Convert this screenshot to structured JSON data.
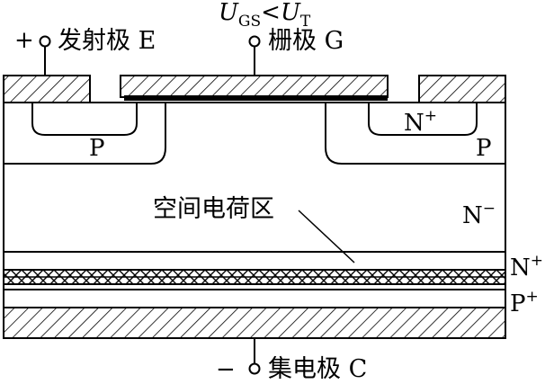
{
  "condition": {
    "u": "U",
    "gs": "GS",
    "lt": "<",
    "ut": "U",
    "t": "T"
  },
  "terminals": {
    "emitter": {
      "polarity": "+",
      "label": "发射极 E"
    },
    "gate": {
      "label": "栅极 G"
    },
    "collector": {
      "polarity": "−",
      "label": "集电极 C"
    }
  },
  "regions": {
    "p_left": "P",
    "p_right": "P",
    "n_plus_top": {
      "base": "N",
      "sup": "+"
    },
    "n_minus": {
      "base": "N",
      "sup": "−"
    },
    "n_plus_buffer": {
      "base": "N",
      "sup": "+"
    },
    "p_plus_sub": {
      "base": "P",
      "sup": "+"
    },
    "space_charge": "空间电荷区"
  }
}
